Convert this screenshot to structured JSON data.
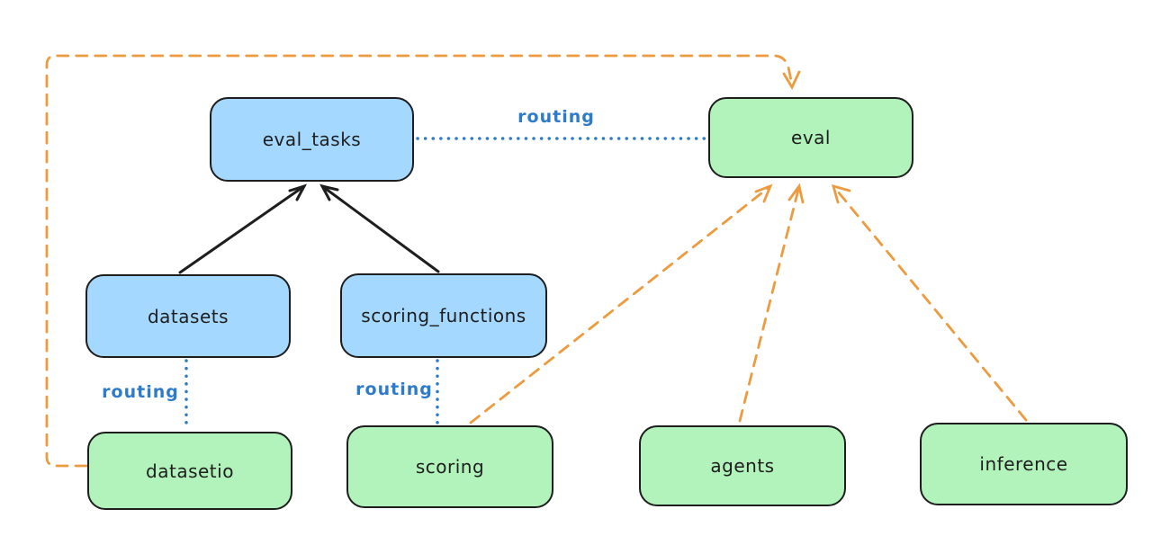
{
  "background": "#ffffff",
  "colors": {
    "background": "#ffffff",
    "stroke": "#1e1e1e",
    "blue_fill": "#a5d8ff",
    "green_fill": "#b2f2bb",
    "orange": "#ec9b3e",
    "routing_blue": "#2e7cc9"
  },
  "nodes": {
    "eval_tasks": {
      "label": "eval_tasks"
    },
    "eval": {
      "label": "eval"
    },
    "datasets": {
      "label": "datasets"
    },
    "scoring_functions": {
      "label": "scoring_functions"
    },
    "datasetio": {
      "label": "datasetio"
    },
    "scoring": {
      "label": "scoring"
    },
    "agents": {
      "label": "agents"
    },
    "inference": {
      "label": "inference"
    }
  },
  "edges": {
    "routing_eval_tasks_eval": {
      "label": "routing",
      "style": "dotted-blue",
      "from": "eval_tasks",
      "to": "eval"
    },
    "routing_datasets_datasetio": {
      "label": "routing",
      "style": "dotted-blue",
      "from": "datasets",
      "to": "datasetio"
    },
    "routing_scoring_functions_scoring": {
      "label": "routing",
      "style": "dotted-blue",
      "from": "scoring_functions",
      "to": "scoring"
    },
    "datasets_to_eval_tasks": {
      "style": "solid-black-arrow",
      "from": "datasets",
      "to": "eval_tasks"
    },
    "scoring_functions_to_eval_tasks": {
      "style": "solid-black-arrow",
      "from": "scoring_functions",
      "to": "eval_tasks"
    },
    "datasetio_to_eval": {
      "style": "dashed-orange-arrow",
      "from": "datasetio",
      "to": "eval"
    },
    "scoring_to_eval": {
      "style": "dashed-orange-arrow",
      "from": "scoring",
      "to": "eval"
    },
    "agents_to_eval": {
      "style": "dashed-orange-arrow",
      "from": "agents",
      "to": "eval"
    },
    "inference_to_eval": {
      "style": "dashed-orange-arrow",
      "from": "inference",
      "to": "eval"
    }
  }
}
